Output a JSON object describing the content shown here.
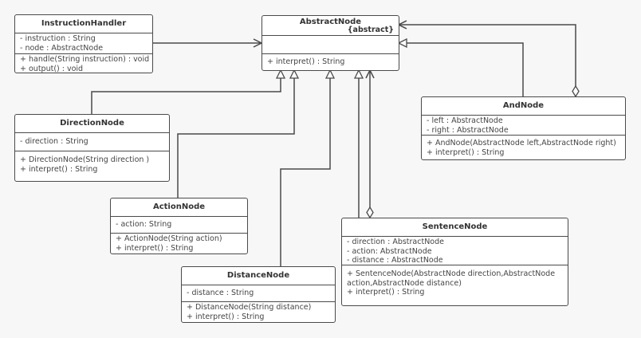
{
  "diagram": {
    "type": "UML class diagram",
    "classes": {
      "instruction_handler": {
        "name": "InstructionHandler",
        "attributes": [
          "- instruction : String",
          "- node : AbstractNode"
        ],
        "methods": [
          "+ handle(String instruction) : void",
          "+ output() : void"
        ]
      },
      "abstract_node": {
        "name": "AbstractNode",
        "stereotype": "{abstract}",
        "attributes": [],
        "methods": [
          "+ interpret() : String"
        ]
      },
      "and_node": {
        "name": "AndNode",
        "attributes": [
          "- left : AbstractNode",
          "- right : AbstractNode"
        ],
        "methods": [
          "+ AndNode(AbstractNode left,AbstractNode right)",
          "+ interpret() : String"
        ]
      },
      "direction_node": {
        "name": "DirectionNode",
        "attributes": [
          "- direction : String"
        ],
        "methods": [
          "+ DirectionNode(String direction )",
          "+ interpret() : String"
        ]
      },
      "action_node": {
        "name": "ActionNode",
        "attributes": [
          "- action: String"
        ],
        "methods": [
          "+ ActionNode(String action)",
          "+ interpret() : String"
        ]
      },
      "distance_node": {
        "name": "DistanceNode",
        "attributes": [
          "- distance : String"
        ],
        "methods": [
          "+ DistanceNode(String distance)",
          "+ interpret() : String"
        ]
      },
      "sentence_node": {
        "name": "SentenceNode",
        "attributes": [
          "- direction : AbstractNode",
          "- action: AbstractNode",
          "- distance : AbstractNode"
        ],
        "methods": [
          "+ SentenceNode(AbstractNode direction,AbstractNode action,AbstractNode distance)",
          "+ interpret() : String"
        ]
      }
    },
    "relationships": [
      {
        "from": "InstructionHandler",
        "to": "AbstractNode",
        "kind": "association"
      },
      {
        "from": "DirectionNode",
        "to": "AbstractNode",
        "kind": "generalization"
      },
      {
        "from": "ActionNode",
        "to": "AbstractNode",
        "kind": "generalization"
      },
      {
        "from": "DistanceNode",
        "to": "AbstractNode",
        "kind": "generalization"
      },
      {
        "from": "SentenceNode",
        "to": "AbstractNode",
        "kind": "generalization"
      },
      {
        "from": "SentenceNode",
        "to": "AbstractNode",
        "kind": "aggregation"
      },
      {
        "from": "AndNode",
        "to": "AbstractNode",
        "kind": "generalization"
      },
      {
        "from": "AndNode",
        "to": "AbstractNode",
        "kind": "aggregation"
      }
    ],
    "colors": {
      "background": "#f7f7f7",
      "box_fill": "#ffffff",
      "line": "#4a4a4a",
      "text": "#3a3a3a"
    }
  }
}
